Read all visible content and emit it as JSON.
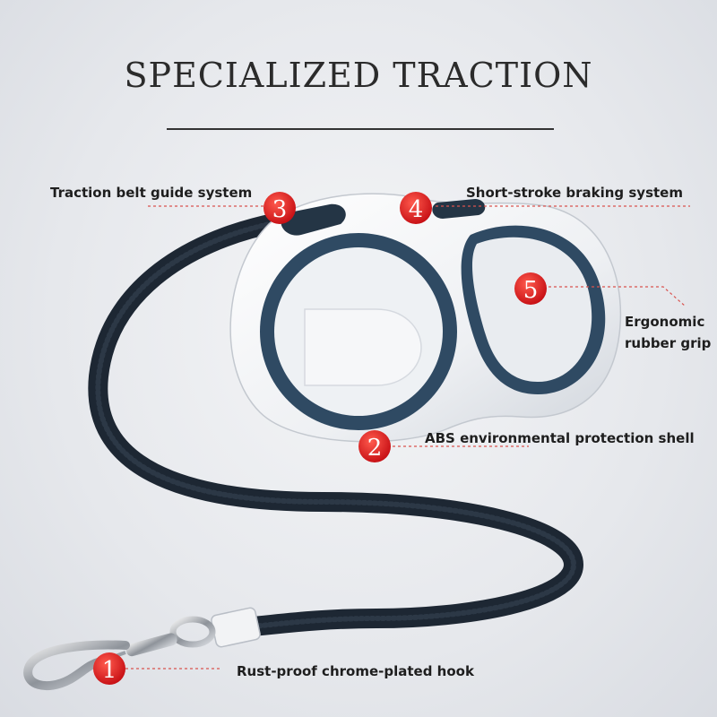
{
  "title": "SPECIALIZED TRACTION",
  "colors": {
    "badge_red": "#e0151b",
    "leader_red": "#d9534f",
    "leash_dark": "#1d2733",
    "accent_blue": "#2f4a63",
    "shell_white": "#f7f8fa"
  },
  "callouts": [
    {
      "number": "1",
      "label": "Rust-proof chrome-plated hook"
    },
    {
      "number": "2",
      "label": "ABS environmental protection shell"
    },
    {
      "number": "3",
      "label": "Traction belt guide system"
    },
    {
      "number": "4",
      "label": "Short-stroke braking system"
    },
    {
      "number": "5",
      "label_line1": "Ergonomic",
      "label_line2": "rubber grip"
    }
  ],
  "icons": [
    "retractable-leash-image",
    "metal-hook-icon"
  ]
}
